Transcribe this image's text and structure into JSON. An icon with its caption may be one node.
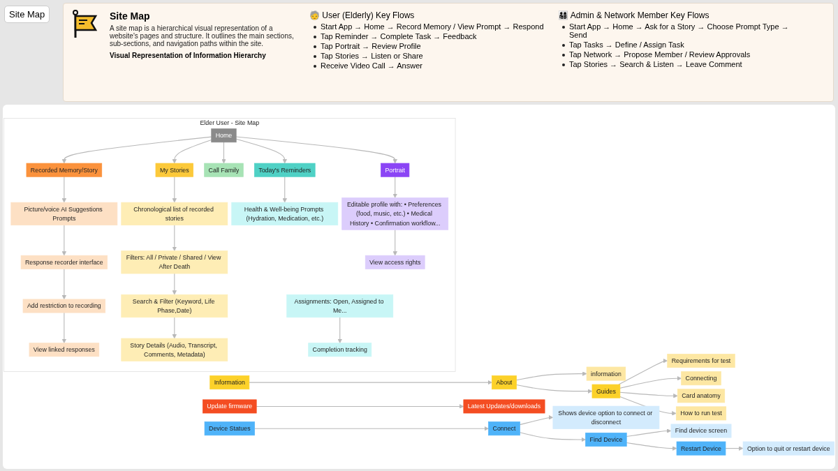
{
  "diagram": {
    "title": "Site Map",
    "nodes": [
      {
        "text": [
          "Elder User - Site Map"
        ]
      },
      {
        "text": [
          "Home"
        ],
        "in": 0
      },
      {
        "text": [
          "Recorded Memory/Story"
        ],
        "in": 0
      },
      {
        "text": [
          "My Stories"
        ],
        "in": 0
      },
      {
        "text": [
          "Call Family"
        ],
        "in": 0
      },
      {
        "text": [
          "Today's Reminders"
        ],
        "in": 0
      },
      {
        "text": [
          "Portrait"
        ],
        "in": 0
      },
      {
        "text": [
          "Picture/voice AI Suggestions Prompts"
        ],
        "in": 0
      },
      {
        "text": [
          "Response recorder interface"
        ],
        "in": 0
      },
      {
        "text": [
          "Add restriction to recording"
        ],
        "in": 0
      },
      {
        "text": [
          "View linked responses"
        ],
        "in": 0
      },
      {
        "text": [
          "Chronological list of recorded stories"
        ],
        "in": 0
      },
      {
        "text": [
          "Filters: All / Private / Shared / View After Death"
        ],
        "in": 0
      },
      {
        "text": [
          "Search & Filter (Keyword, Life Phase,Date)"
        ],
        "in": 0
      },
      {
        "text": [
          "Story Details (Audio, Transcript, Comments, Metadata)"
        ],
        "in": 0
      },
      {
        "text": [
          "Health & Well-being Prompts (Hydration, Medication, etc.)"
        ],
        "in": 0
      },
      {
        "text": [
          "Assignments: Open, Assigned to Me..."
        ],
        "in": 0
      },
      {
        "text": [
          "Completion tracking"
        ],
        "in": 0
      },
      {
        "text": [
          "Editable profile with: • Preferences (food, music, etc.) • Medical History • Confirmation workflow..."
        ],
        "in": 0
      },
      {
        "text": [
          "View access rights"
        ],
        "in": 0
      },
      {
        "text": [
          "Information"
        ]
      },
      {
        "text": [
          "About"
        ]
      },
      {
        "text": [
          "information"
        ]
      },
      {
        "text": [
          "Guides"
        ]
      },
      {
        "text": [
          "Requirements for test"
        ]
      },
      {
        "text": [
          "Connecting"
        ]
      },
      {
        "text": [
          "Card anatomy"
        ]
      },
      {
        "text": [
          "How to run test"
        ]
      },
      {
        "text": [
          "Update firmware"
        ]
      },
      {
        "text": [
          "Latest Updates/downloads"
        ]
      },
      {
        "text": [
          "Device Statues"
        ]
      },
      {
        "text": [
          "Connect"
        ]
      },
      {
        "text": [
          "Shows device option to connect or disconnect"
        ]
      },
      {
        "text": [
          "Find Device"
        ]
      },
      {
        "text": [
          "Find device screen"
        ]
      },
      {
        "text": [
          "Restart Device"
        ]
      },
      {
        "text": [
          "Option to quit or restart device"
        ]
      }
    ],
    "edges": [
      {
        "from": 1,
        "to": 2,
        "arrow": "to"
      },
      {
        "from": 1,
        "to": 3,
        "arrow": "to"
      },
      {
        "from": 1,
        "to": 4,
        "arrow": "to"
      },
      {
        "from": 1,
        "to": 5,
        "arrow": "to"
      },
      {
        "from": 1,
        "to": 6,
        "arrow": "to"
      },
      {
        "from": 2,
        "to": 7,
        "arrow": "to"
      },
      {
        "from": 7,
        "to": 8,
        "arrow": "to"
      },
      {
        "from": 8,
        "to": 9,
        "arrow": "to"
      },
      {
        "from": 9,
        "to": 10,
        "arrow": "to"
      },
      {
        "from": 3,
        "to": 11,
        "arrow": "to"
      },
      {
        "from": 11,
        "to": 12,
        "arrow": "to"
      },
      {
        "from": 12,
        "to": 13,
        "arrow": "to"
      },
      {
        "from": 13,
        "to": 14,
        "arrow": "to"
      },
      {
        "from": 5,
        "to": 15,
        "arrow": "to"
      },
      {
        "from": 16,
        "to": 17,
        "arrow": "to"
      },
      {
        "from": 6,
        "to": 18,
        "arrow": "to"
      },
      {
        "from": 18,
        "to": 19,
        "arrow": "to"
      },
      {
        "from": 20,
        "to": 21,
        "arrow": "to"
      },
      {
        "from": 21,
        "to": 22,
        "arrow": "to"
      },
      {
        "from": 21,
        "to": 23,
        "arrow": "to"
      },
      {
        "from": 23,
        "to": 24,
        "arrow": "to"
      },
      {
        "from": 23,
        "to": 25,
        "arrow": "to"
      },
      {
        "from": 23,
        "to": 26,
        "arrow": "to"
      },
      {
        "from": 23,
        "to": 27,
        "arrow": "to"
      },
      {
        "from": 28,
        "to": 29,
        "arrow": "to"
      },
      {
        "from": 30,
        "to": 31,
        "arrow": "to"
      },
      {
        "from": 31,
        "to": 32,
        "arrow": "to"
      },
      {
        "from": 31,
        "to": 33,
        "arrow": "to"
      },
      {
        "from": 33,
        "to": 34,
        "arrow": "to"
      },
      {
        "from": 33,
        "to": 35,
        "arrow": "to"
      },
      {
        "from": 35,
        "to": 36,
        "arrow": "to"
      }
    ],
    "labels": [
      "Site Map",
      "A site map is a hierarchical visual representation of a website's pages and structure. It outlines the main sections, sub-sections, and navigation paths within the site.",
      "Visual Representation of Information Hierarchy",
      "🧓 User (Elderly) Key Flows",
      "Start App → Home → Record Memory / View Prompt → Respond",
      "Tap Reminder → Complete Task → Feedback",
      "Tap Portrait → Review Profile",
      "Tap Stories → Listen or Share",
      "Receive Video Call → Answer",
      "👨‍👩‍👧‍👦 Admin & Network Member Key Flows",
      "Start App → Home → Ask for a Story → Choose Prompt Type → Send",
      "Tap Tasks → Define / Assign Task",
      "Tap Network → Propose Member / Review Approvals",
      "Tap Stories → Search & Listen → Leave Comment"
    ]
  }
}
